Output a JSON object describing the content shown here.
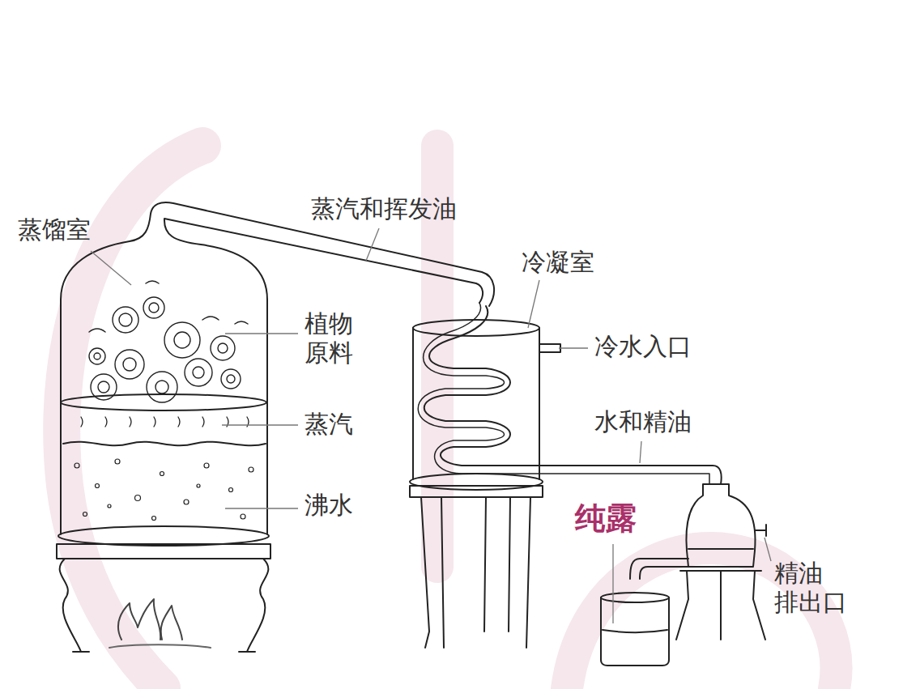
{
  "diagram": {
    "labels": [
      "蒸馏室",
      "蒸汽和挥发油",
      "冷凝室",
      "植物 原料",
      "冷水入口",
      "蒸汽",
      "水和精油",
      "沸水",
      "纯露",
      "精油 排出口"
    ]
  }
}
